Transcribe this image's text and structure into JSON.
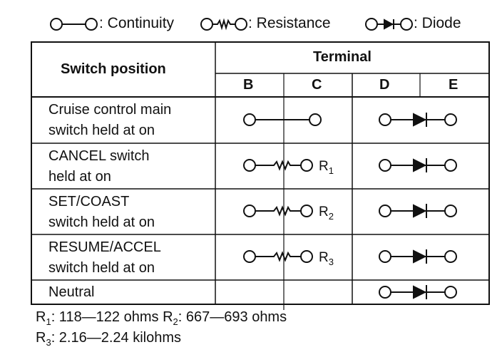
{
  "legend": {
    "continuity": ": Continuity",
    "resistance": ": Resistance",
    "diode": ": Diode"
  },
  "table": {
    "header": {
      "switch_position": "Switch position",
      "terminal": "Terminal",
      "terminals": [
        "B",
        "C",
        "D",
        "E"
      ]
    },
    "rows": [
      {
        "line1": "Cruise control main",
        "line2": "switch held at on",
        "bc": "continuity",
        "de": "diode"
      },
      {
        "line1": "CANCEL switch",
        "line2": "held at on",
        "bc": "resistance",
        "r_main": "R",
        "r_sub": "1",
        "de": "diode"
      },
      {
        "line1": "SET/COAST",
        "line2": "switch held at on",
        "bc": "resistance",
        "r_main": "R",
        "r_sub": "2",
        "de": "diode"
      },
      {
        "line1": "RESUME/ACCEL",
        "line2": "switch held at on",
        "bc": "resistance",
        "r_main": "R",
        "r_sub": "3",
        "de": "diode"
      },
      {
        "line1": "Neutral",
        "line2": "",
        "bc": "",
        "de": "diode"
      }
    ]
  },
  "notes": {
    "r1_main": "R",
    "r1_sub": "1",
    "r1_text": ": 118—122 ohms",
    "r2_main": "R",
    "r2_sub": "2",
    "r2_text": ": 667—693 ohms",
    "r3_main": "R",
    "r3_sub": "3",
    "r3_text": ": 2.16—2.24 kilohms"
  }
}
